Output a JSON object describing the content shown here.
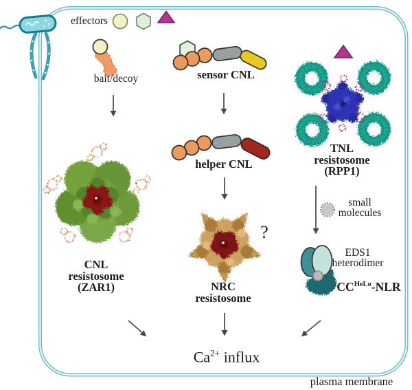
{
  "labels": {
    "effectors": "effectors",
    "bait_decoy": "bait/decoy",
    "sensor_cnl": "sensor CNL",
    "helper_cnl": "helper CNL",
    "cnl_resistosome": {
      "lines": [
        "CNL",
        "resistosome",
        "(ZAR1)"
      ]
    },
    "nrc_resistosome": {
      "lines": [
        "NRC",
        "resistosome"
      ]
    },
    "nrc_uncertainty": "?",
    "tnl_resistosome": {
      "lines": [
        "TNL",
        "resistosome",
        "(RPP1)"
      ]
    },
    "small_molecules": {
      "lines": [
        "small",
        "molecules"
      ]
    },
    "eds1_heterodimer": {
      "lines": [
        "EDS1",
        "heterodimer"
      ]
    },
    "cc_helo_nlr": {
      "base": "CC",
      "sup": "HeLo",
      "rest": "-NLR"
    },
    "ca_influx": {
      "base": "Ca",
      "sup": "2+",
      "rest": " influx"
    },
    "plasma_membrane": "plasma membrane"
  },
  "icons": {
    "bacterium": "bacterium-icon",
    "effector_circle": "circle",
    "effector_hexagon": "hexagon",
    "effector_triangle": "triangle",
    "small_molecule": "spiky-circle",
    "arrow": "down-arrow"
  },
  "colors": {
    "membrane": "#68bac3",
    "bacterium_fill": "#8fd7e0",
    "bacterium_outline": "#15798f",
    "effector_circle": "#f4f1c6",
    "effector_hexagon": "#def0da",
    "effector_triangle": "#b5368f",
    "bait_blob": "#f09a66",
    "nlr_orange": "#ef9a5d",
    "nlr_gray": "#9aa0a0",
    "nlr_yellow": "#e9c822",
    "nlr_red": "#a3271f",
    "zar1_green": "#6f9b3a",
    "resistosome_core_red": "#8f1e1a",
    "nrc_tan": "#c79a58",
    "tnl_teal": "#159482",
    "tnl_blue": "#2e33b4",
    "tnl_magenta": "#a82c8c",
    "eds1_dark": "#418f96",
    "eds1_light": "#c4e1dd",
    "cc_helo_blob": "#1d6a70",
    "small_molecule_gray": "#c9c9c9",
    "arrow": "#474747"
  }
}
